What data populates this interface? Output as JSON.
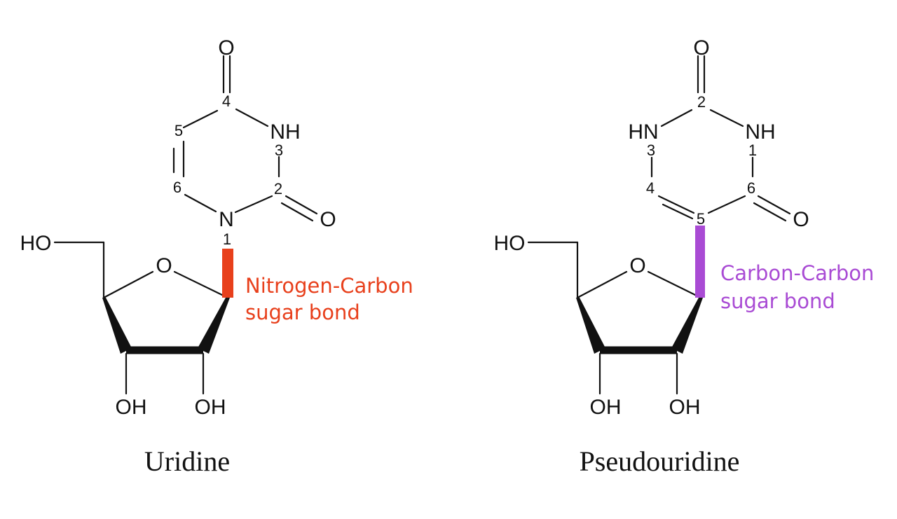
{
  "colors": {
    "ink": "#111111",
    "nitrogen_carbon": "#e8401c",
    "carbon_carbon": "#a94bd4"
  },
  "uridine": {
    "caption": "Uridine",
    "ring_atoms": {
      "o_top": "O",
      "nh": "NH",
      "n1": "N",
      "o_right": "O",
      "o_sugar": "O"
    },
    "ring_numbers": {
      "n4": "4",
      "n5": "5",
      "n3": "3",
      "n6": "6",
      "n2": "2",
      "n1": "1"
    },
    "substituents": {
      "ho": "HO",
      "oh_left": "OH",
      "oh_right": "OH"
    },
    "bond_note": {
      "line1": "Nitrogen-Carbon",
      "line2": "sugar bond"
    }
  },
  "pseudouridine": {
    "caption": "Pseudouridine",
    "ring_atoms": {
      "o_top": "O",
      "hn": "HN",
      "nh": "NH",
      "o_right": "O",
      "o_sugar": "O"
    },
    "ring_numbers": {
      "n2": "2",
      "n3": "3",
      "n1": "1",
      "n4": "4",
      "n6": "6",
      "n5": "5"
    },
    "substituents": {
      "ho": "HO",
      "oh_left": "OH",
      "oh_right": "OH"
    },
    "bond_note": {
      "line1": "Carbon-Carbon",
      "line2": "sugar bond"
    }
  }
}
